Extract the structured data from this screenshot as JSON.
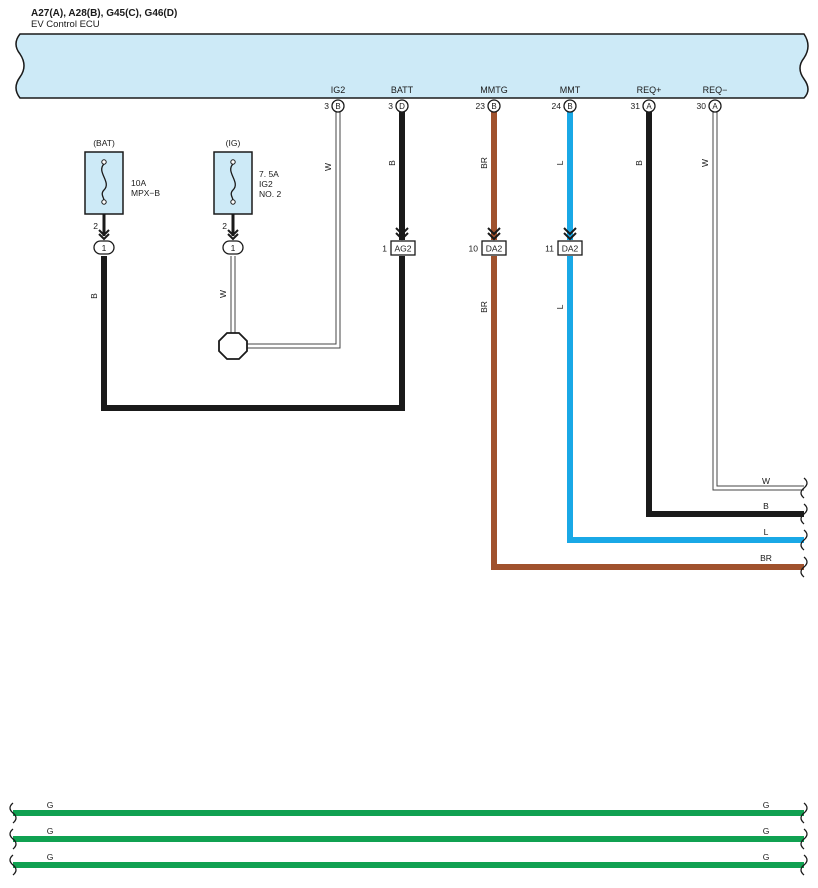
{
  "header": {
    "title": "A27(A), A28(B), G45(C), G46(D)",
    "subtitle": "EV Control ECU"
  },
  "ecu_pins": [
    {
      "num": "3",
      "conn": "B",
      "name": "IG2"
    },
    {
      "num": "3",
      "conn": "D",
      "name": "BATT"
    },
    {
      "num": "23",
      "conn": "B",
      "name": "MMTG"
    },
    {
      "num": "24",
      "conn": "B",
      "name": "MMT"
    },
    {
      "num": "31",
      "conn": "A",
      "name": "REQ+"
    },
    {
      "num": "30",
      "conn": "A",
      "name": "REQ−"
    }
  ],
  "fuses": [
    {
      "source": "(BAT)",
      "rating": "10A",
      "name_lines": [
        "MPX−B"
      ],
      "pin": "2",
      "junction": "1"
    },
    {
      "source": "(IG)",
      "rating": "7. 5A",
      "name_lines": [
        "IG2",
        "NO. 2"
      ],
      "pin": "2",
      "junction": "1"
    }
  ],
  "connectors": [
    {
      "pin": "1",
      "name": "AG2"
    },
    {
      "pin": "10",
      "name": "DA2"
    },
    {
      "pin": "11",
      "name": "DA2"
    }
  ],
  "wire_codes": {
    "ig2": "W",
    "batt": "B",
    "mmtg": "BR",
    "mmt": "L",
    "reqp": "B",
    "reqm": "W",
    "bat_fuse": "B",
    "ig_fuse": "W"
  },
  "right_labels": [
    "W",
    "B",
    "L",
    "BR"
  ],
  "bottom_wires": [
    {
      "left": "G",
      "right": "G"
    },
    {
      "left": "G",
      "right": "G"
    },
    {
      "left": "G",
      "right": "G"
    }
  ],
  "colors": {
    "ecu_fill": "#cdeaf7",
    "fuse_fill": "#cdeaf7",
    "black_wire": "#1a1a1a",
    "brown_wire": "#a0522d",
    "blue_wire": "#19a8e6",
    "green_wire": "#10a151",
    "white_wire": "#ffffff"
  }
}
